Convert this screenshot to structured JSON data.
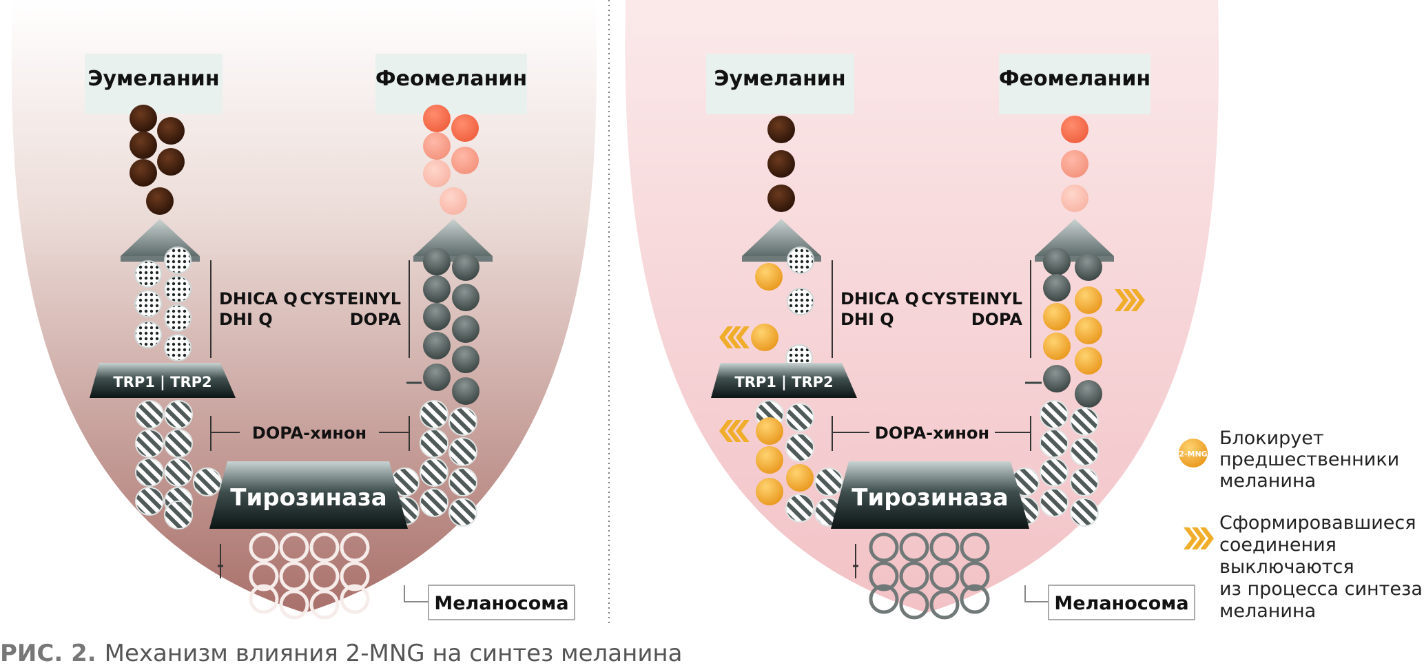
{
  "panels": [
    {
      "eumelanin": "Эумеланин",
      "pheomelanin": "Феомеланин",
      "dhica": "DHICA Q",
      "dhi": "DHI Q",
      "cysteinyl": "CYSTEINYL",
      "dopa": "DOPA",
      "trp": "TRP1 | TRP2",
      "dopa_quinone": "DOPA-хинон",
      "tyrosinase": "Тирозиназа",
      "melanosome": "Меланосома"
    },
    {
      "eumelanin": "Эумеланин",
      "pheomelanin": "Феомеланин",
      "dhica": "DHICA Q",
      "dhi": "DHI Q",
      "cysteinyl": "CYSTEINYL",
      "dopa": "DOPA",
      "trp": "TRP1 | TRP2",
      "dopa_quinone": "DOPA-хинон",
      "tyrosinase": "Тирозиназа",
      "melanosome": "Меланосома"
    }
  ],
  "legend": {
    "badge": "2-MNG",
    "blocks": [
      "Блокирует",
      "предшественники",
      "меланина"
    ],
    "excluded": [
      "Сформировавшиеся",
      "соединения",
      "выключаются",
      "из процесса синтеза",
      "меланина"
    ]
  },
  "caption": {
    "label": "РИС. 2.",
    "text": "Механизм влияния 2-MNG на синтез меланина"
  },
  "colors": {
    "accent": "#f0ad2a",
    "dark_brown": "#3d1e0e",
    "pheo_orange": "#f27a5c",
    "panel1_fill": "#a9706a",
    "panel2_fill": "#f2c2c6"
  }
}
